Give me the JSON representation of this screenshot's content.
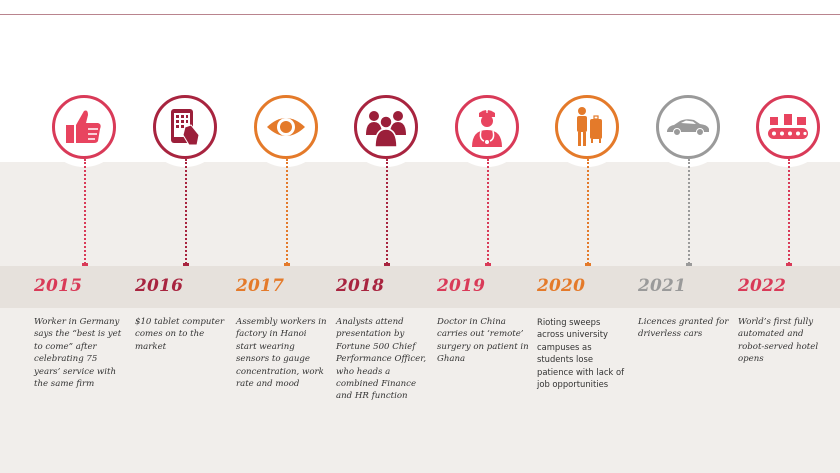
{
  "colors": {
    "pink": "#d93a58",
    "crimson": "#a8243f",
    "orange": "#e47a2a",
    "grey": "#9a9a9a",
    "pink_fill": "#e8445f",
    "crimson_fill": "#9b1f3a"
  },
  "timeline": [
    {
      "year": "2015",
      "icon": "thumbs-up-icon",
      "desc": "Worker in Germany says the “best is yet to come” after celebrating 75 years’ service with the same firm"
    },
    {
      "year": "2016",
      "icon": "tablet-icon",
      "desc": "$10 tablet computer comes on to the market"
    },
    {
      "year": "2017",
      "icon": "eye-icon",
      "desc": "Assembly workers in factory in Hanoi start wearing sensors to gauge concentration, work rate and mood"
    },
    {
      "year": "2018",
      "icon": "people-group-icon",
      "desc": "Analysts attend presentation by Fortune 500 Chief Performance Officer, who heads a combined Finance and HR function"
    },
    {
      "year": "2019",
      "icon": "doctor-icon",
      "desc": "Doctor in China carries out ‘remote’ surgery on patient in Ghana"
    },
    {
      "year": "2020",
      "icon": "student-with-luggage-icon",
      "desc": "Rioting sweeps across university campuses as students lose patience with lack of job opportunities"
    },
    {
      "year": "2021",
      "icon": "driverless-car-icon",
      "desc": "Licences granted for driverless cars"
    },
    {
      "year": "2022",
      "icon": "conveyor-belt-icon",
      "desc": "World’s first fully automated and robot-served hotel opens"
    }
  ]
}
